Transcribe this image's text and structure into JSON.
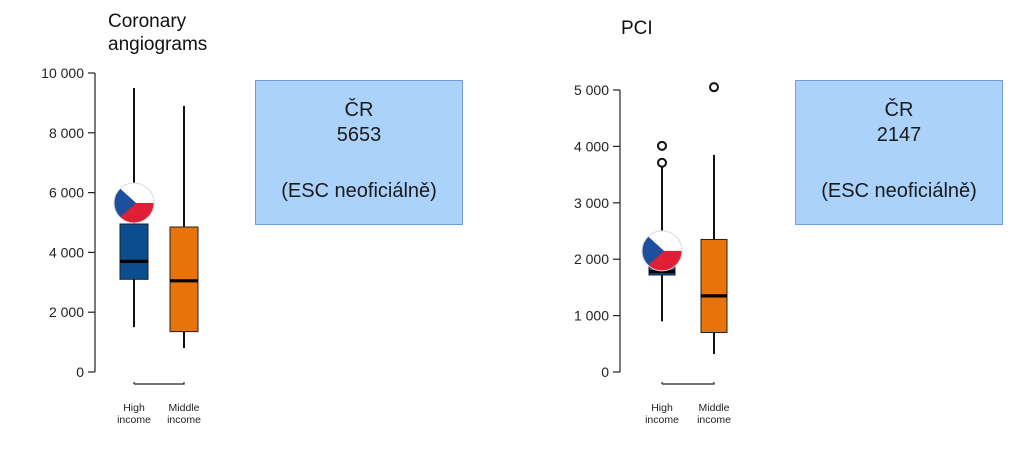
{
  "chart_data": [
    {
      "type": "box",
      "title": "Coronary angiograms",
      "title_lines": [
        "Coronary",
        "angiograms"
      ],
      "categories": [
        "High income",
        "Middle income"
      ],
      "category_lines": [
        [
          "High",
          "income"
        ],
        [
          "Middle",
          "income"
        ]
      ],
      "ylim": [
        0,
        10000
      ],
      "yticks": [
        0,
        2000,
        4000,
        6000,
        8000,
        10000
      ],
      "ytick_labels": [
        "0",
        "2 000",
        "4 000",
        "6 000",
        "8 000",
        "10 000"
      ],
      "series": [
        {
          "category": "High income",
          "color": "#0b4d8f",
          "whisker_low": 1500,
          "q1": 3100,
          "median": 3700,
          "q3": 4950,
          "whisker_high": 9500,
          "outliers": []
        },
        {
          "category": "Middle income",
          "color": "#e8720c",
          "whisker_low": 800,
          "q1": 1350,
          "median": 3050,
          "q3": 4850,
          "whisker_high": 8900,
          "outliers": []
        }
      ],
      "marker": {
        "category": "High income",
        "value": 5653,
        "icon": "czech-flag-icon"
      },
      "callout": {
        "country": "ČR",
        "value": "5653",
        "note": "(ESC neoficiálně)"
      }
    },
    {
      "type": "box",
      "title": "PCI",
      "title_lines": [
        "PCI"
      ],
      "categories": [
        "High income",
        "Middle income"
      ],
      "category_lines": [
        [
          "High",
          "income"
        ],
        [
          "Middle",
          "income"
        ]
      ],
      "ylim": [
        0,
        5000
      ],
      "yticks": [
        0,
        1000,
        2000,
        3000,
        4000,
        5000
      ],
      "ytick_labels": [
        "0",
        "1 000",
        "2 000",
        "3 000",
        "4 000",
        "5 000"
      ],
      "series": [
        {
          "category": "High income",
          "color": "#0b4d8f",
          "whisker_low": 900,
          "q1": 1720,
          "median": 1780,
          "q3": 1950,
          "whisker_high": 3700,
          "outliers": [
            3710,
            4010
          ]
        },
        {
          "category": "Middle income",
          "color": "#e8720c",
          "whisker_low": 320,
          "q1": 700,
          "median": 1350,
          "q3": 2350,
          "whisker_high": 3850,
          "outliers": [
            5050
          ]
        }
      ],
      "marker": {
        "category": "High income",
        "value": 2147,
        "icon": "czech-flag-icon"
      },
      "callout": {
        "country": "ČR",
        "value": "2147",
        "note": "(ESC neoficiálně)"
      }
    }
  ],
  "colors": {
    "high_income": "#0b4d8f",
    "middle_income": "#e8720c",
    "callout_bg": "#abd2fb",
    "flag_white": "#ffffff",
    "flag_red": "#e01e35",
    "flag_blue": "#1d4f9e"
  }
}
